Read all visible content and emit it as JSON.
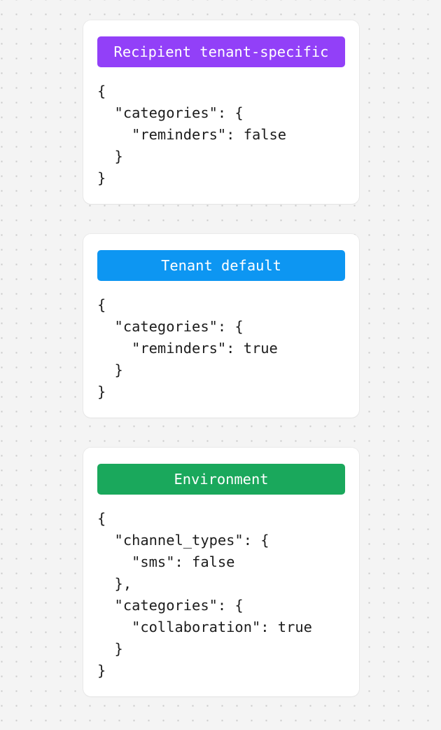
{
  "page": {
    "background_color": "#f4f4f4",
    "dot_color": "#c9c9c9",
    "card_background": "#ffffff"
  },
  "cards": [
    {
      "id": "recipient-tenant-specific",
      "badge_label": "Recipient tenant-specific",
      "badge_color": "#9240f8",
      "code": "{\n  \"categories\": {\n    \"reminders\": false\n  }\n}"
    },
    {
      "id": "tenant-default",
      "badge_label": "Tenant default",
      "badge_color": "#0d96f2",
      "code": "{\n  \"categories\": {\n    \"reminders\": true\n  }\n}"
    },
    {
      "id": "environment",
      "badge_label": "Environment",
      "badge_color": "#1aa85c",
      "code": "{\n  \"channel_types\": {\n    \"sms\": false\n  },\n  \"categories\": {\n    \"collaboration\": true\n  }\n}"
    }
  ]
}
